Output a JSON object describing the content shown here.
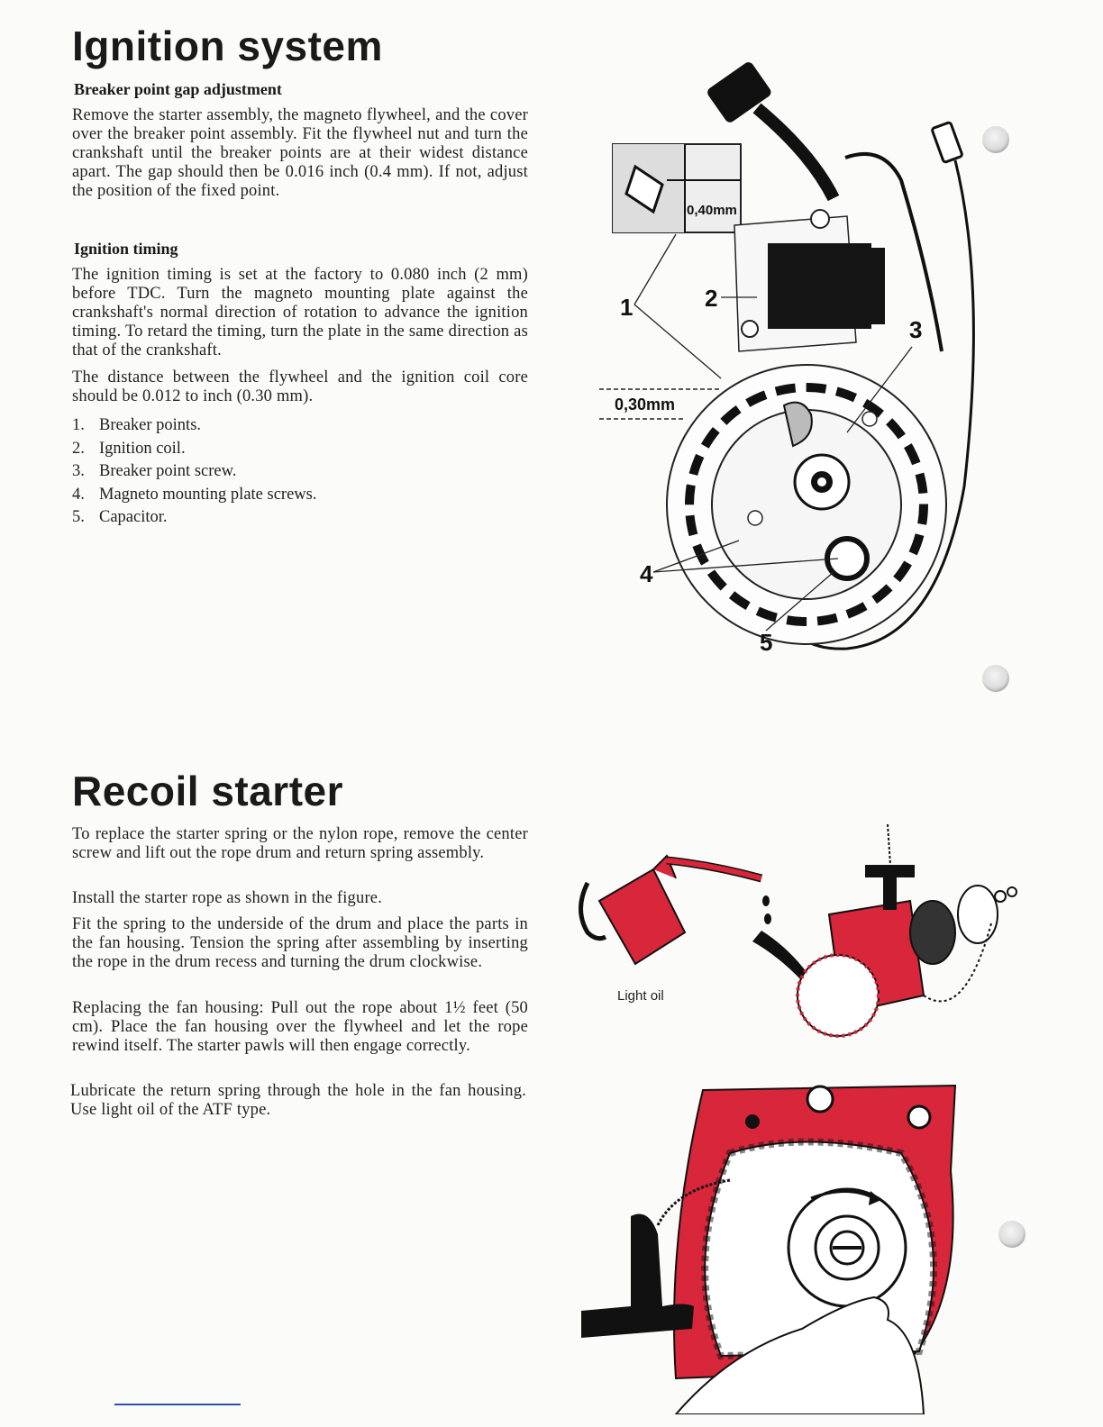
{
  "ignition": {
    "title": "Ignition system",
    "gap": {
      "heading": "Breaker point gap adjustment",
      "text": "Remove the starter assembly, the magneto flywheel, and the cover over the breaker point assembly. Fit the flywheel nut and turn the crankshaft until the breaker points are at their widest distance apart. The gap should then be 0.016 inch (0.4 mm). If not, adjust the position of the fixed point."
    },
    "timing": {
      "heading": "Ignition timing",
      "text1": "The ignition timing is set at the factory to 0.080 inch (2 mm) before TDC. Turn the magneto mounting plate against the crankshaft's normal direction of rotation to advance the ignition timing. To retard the timing, turn the plate in the same direction as that of the crankshaft.",
      "text2": "The distance between the flywheel and the ignition coil core should be 0.012 to inch (0.30 mm)."
    },
    "parts": [
      {
        "num": "1.",
        "label": "Breaker points."
      },
      {
        "num": "2.",
        "label": "Ignition coil."
      },
      {
        "num": "3.",
        "label": "Breaker point screw."
      },
      {
        "num": "4.",
        "label": "Magneto mounting plate screws."
      },
      {
        "num": "5.",
        "label": "Capacitor."
      }
    ],
    "figure": {
      "gap_label": "0,40mm",
      "air_gap_label": "0,30mm",
      "callouts": [
        "1",
        "2",
        "3",
        "4",
        "5"
      ]
    }
  },
  "recoil": {
    "title": "Recoil starter",
    "p1": "To replace the starter spring or the nylon rope, remove the center screw and lift out the rope drum and return spring assembly.",
    "p2": "Install the starter rope as shown in the figure.",
    "p3": "Fit the spring to the underside of the drum and place the parts in the fan housing. Tension the spring after assembling by inserting the rope in the drum recess and turning the drum clockwise.",
    "p4": "Replacing the fan housing: Pull out the rope about 1½ feet (50 cm). Place the fan housing over the flywheel and let the rope rewind itself. The starter pawls will then engage correctly.",
    "p5": "Lubricate the return spring through the hole in the fan housing. Use light oil of the ATF type.",
    "figure": {
      "oil_label": "Light oil"
    }
  },
  "colors": {
    "accent_red": "#d8263a",
    "ink": "#1a1a1a",
    "paper": "#fbfbf9",
    "footer_line": "#2a55a8"
  }
}
